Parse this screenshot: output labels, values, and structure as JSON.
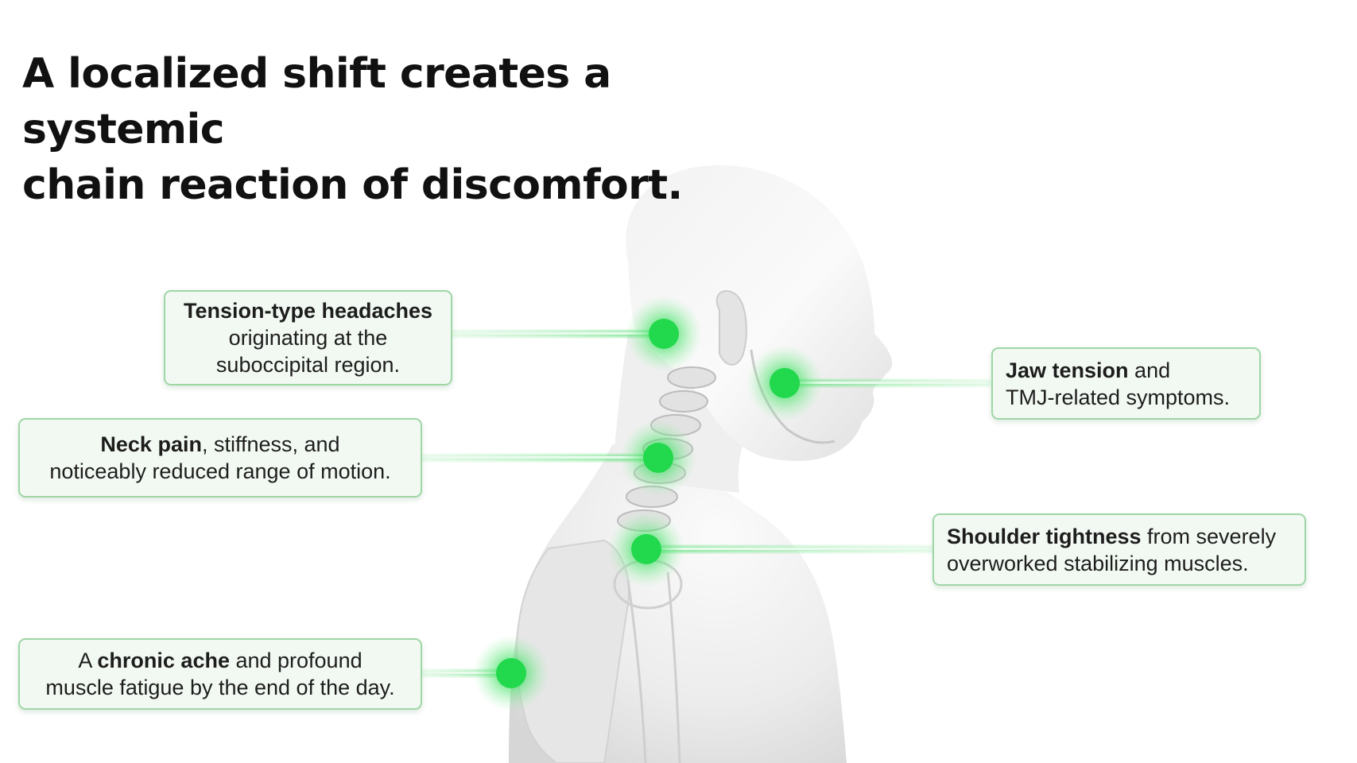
{
  "title": {
    "line1": "A localized shift creates a systemic",
    "line2": "chain reaction of discomfort."
  },
  "callouts": {
    "headache": {
      "bold": "Tension-type headaches",
      "line2": "originating at the",
      "line3": "suboccipital region."
    },
    "neck": {
      "bold": "Neck pain",
      "rest1": ", stiffness, and",
      "line2": "noticeably reduced range of motion."
    },
    "back": {
      "pre": "A ",
      "bold": "chronic ache",
      "rest1": " and profound",
      "line2": "muscle fatigue by the end of the day."
    },
    "jaw": {
      "bold": "Jaw tension",
      "rest1": " and",
      "line2": "TMJ-related symptoms."
    },
    "shoulder": {
      "bold": "Shoulder tightness",
      "rest1": " from severely",
      "line2": "overworked stabilizing muscles."
    }
  },
  "colors": {
    "background": "#ffffff",
    "title": "#111111",
    "accent": "#22d84c",
    "glow": "#7ef28e",
    "callout_border": "#9fd6a6",
    "callout_fill": "#f2f9f2",
    "figure_light": "#f4f4f4",
    "figure_shadow": "#c9c9c9"
  }
}
